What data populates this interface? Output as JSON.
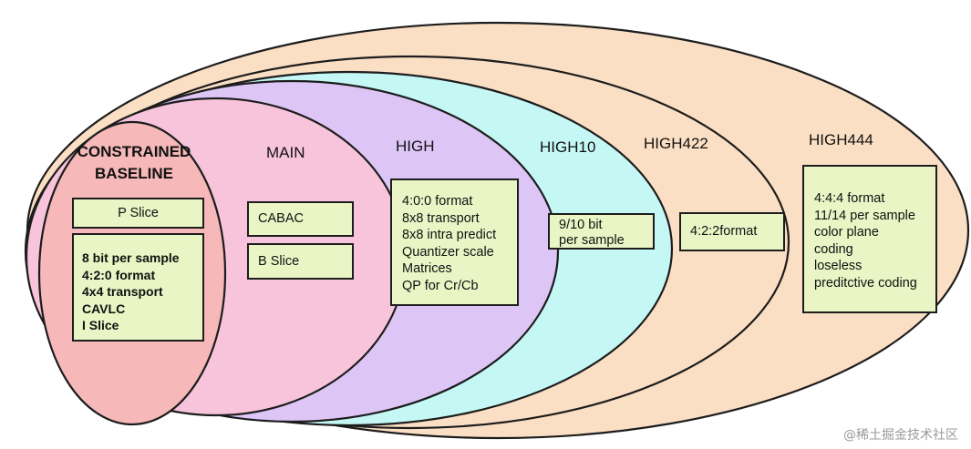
{
  "profiles": {
    "constrained_baseline": {
      "label_lines": [
        "CONSTRAINED",
        "BASELINE"
      ]
    },
    "main": {
      "label": "MAIN"
    },
    "high": {
      "label": "HIGH"
    },
    "high10": {
      "label": "HIGH10"
    },
    "high422": {
      "label": "HIGH422"
    },
    "high444": {
      "label": "HIGH444"
    }
  },
  "features": {
    "p_slice": "P Slice",
    "baseline_list": [
      "8 bit per sample",
      "4:2:0 format",
      "4x4 transport",
      "CAVLC",
      "I Slice"
    ],
    "cabac": "CABAC",
    "b_slice": "B Slice",
    "high_list": [
      "4:0:0 format",
      "8x8 transport",
      "8x8 intra predict",
      "Quantizer scale",
      "Matrices",
      "QP for Cr/Cb"
    ],
    "high10_list": [
      "9/10 bit",
      "per sample"
    ],
    "high422": "4:2:2format",
    "high444_list": [
      "4:4:4 format",
      "11/14 per sample",
      "color plane",
      "coding",
      "loseless",
      "preditctive coding"
    ]
  },
  "colors": {
    "high444_fill": "#fbdfc4",
    "high422_fill": "#fbdfc4",
    "high10_fill": "#c5f8f5",
    "high_fill": "#ddc6f6",
    "main_fill": "#f8c4dc",
    "baseline_fill": "#f6b8b8",
    "feature_box_fill": "#e9f5c5",
    "outline": "#1d1d1d"
  },
  "watermark": "@稀土掘金技术社区"
}
